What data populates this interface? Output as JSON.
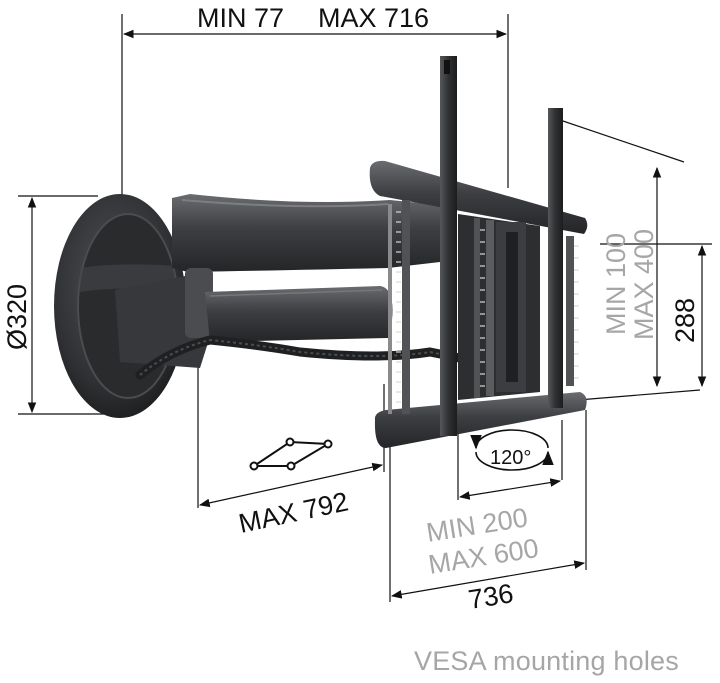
{
  "dimensions": {
    "top_width_min": "MIN 77",
    "top_width_max": "MAX 716",
    "plate_diameter": "Ø320",
    "vesa_height_min": "MIN 100",
    "vesa_height_max": "MAX 400",
    "rail_height": "288",
    "swivel": "120°",
    "arm_extension": "MAX 792",
    "vesa_width_min": "MIN 200",
    "vesa_width_max": "MAX 600",
    "overall_width": "736"
  },
  "caption": "VESA mounting holes",
  "colors": {
    "dimension_text": "#111111",
    "vesa_text": "#a6a6a6",
    "mount_body": "#3a3b3d"
  }
}
